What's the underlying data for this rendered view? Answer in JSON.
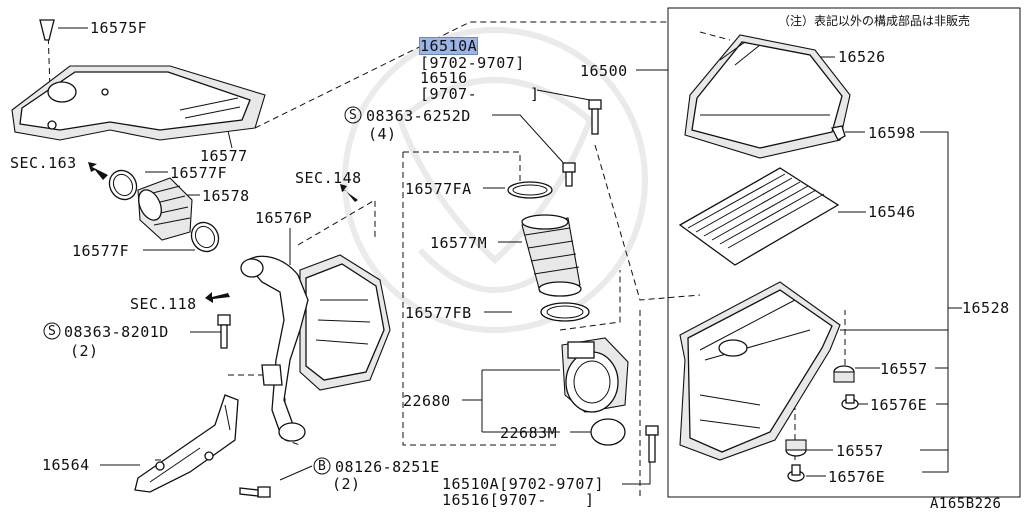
{
  "note": "（注）表記以外の構成部品は非販売",
  "figure_id": "A165B226",
  "labels": {
    "p16575F": "16575F",
    "p16577": "16577",
    "sec163": "SEC.163",
    "p16577F_top": "16577F",
    "p16578": "16578",
    "p16577F_left": "16577F",
    "p16576P": "16576P",
    "sec148": "SEC.148",
    "sec118": "SEC.118",
    "bolt_8201": "08363-8201D",
    "bolt_8201_qty": "(2)",
    "p16564": "16564",
    "bolt_8251": "08126-8251E",
    "bolt_8251_qty": "(2)",
    "p16510A": "16510A",
    "p16510A_date": "[9702-9707]",
    "p16516": "16516",
    "p16516_date": "[9707-",
    "p16516_date_end": "]",
    "bolt_6252": "08363-6252D",
    "bolt_6252_qty": "(4)",
    "p16577FA": "16577FA",
    "p16577M": "16577M",
    "p16577FB": "16577FB",
    "p22680": "22680",
    "p22683M": "22683M",
    "bottom_16510A": "16510A[9702-9707]",
    "bottom_16516": "16516[9707-    ]",
    "p16500": "16500",
    "p16526": "16526",
    "p16598": "16598",
    "p16546": "16546",
    "p16528": "16528",
    "p16557_a": "16557",
    "p16576E_a": "16576E",
    "p16557_b": "16557",
    "p16576E_b": "16576E"
  },
  "symbols": {
    "s_mark": "S",
    "b_mark": "B"
  }
}
